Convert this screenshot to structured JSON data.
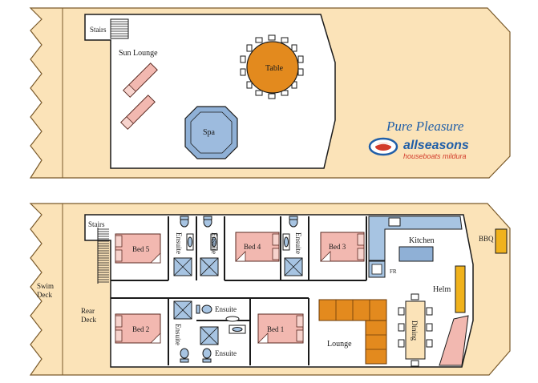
{
  "brand": {
    "title": "Pure Pleasure",
    "logo_main": "allseasons",
    "logo_sub": "houseboats mildura",
    "logo_colors": {
      "blue": "#1f5ea8",
      "red": "#d23a2a"
    }
  },
  "upper_deck": {
    "stairs": "Stairs",
    "sun_lounge": "Sun Lounge",
    "table": "Table",
    "spa": "Spa"
  },
  "lower_deck": {
    "stairs": "Stairs",
    "swim_deck": "Swim\nDeck",
    "rear_deck": "Rear\nDeck",
    "bed5": "Bed 5",
    "bed4": "Bed 4",
    "bed3": "Bed 3",
    "bed2": "Bed 2",
    "bed1": "Bed 1",
    "ensuite_a": "Ensuite",
    "ensuite_b": "Ensuite",
    "ensuite_c": "Ensuite",
    "ensuite_d": "Ensuite",
    "ensuite_e": "Ensuite",
    "ensuite_f": "Ensuite",
    "kitchen": "Kitchen",
    "fr": "FR",
    "bbq": "BBQ",
    "helm": "Helm",
    "lounge": "Lounge",
    "dining": "Dining"
  },
  "colors": {
    "deck": "#fbe3b8",
    "bed": "#f2b8b0",
    "water": "#a7c4e2",
    "lounge": "#e38a1e",
    "table": "#e38a1e",
    "spa": "#8fb0d6"
  }
}
